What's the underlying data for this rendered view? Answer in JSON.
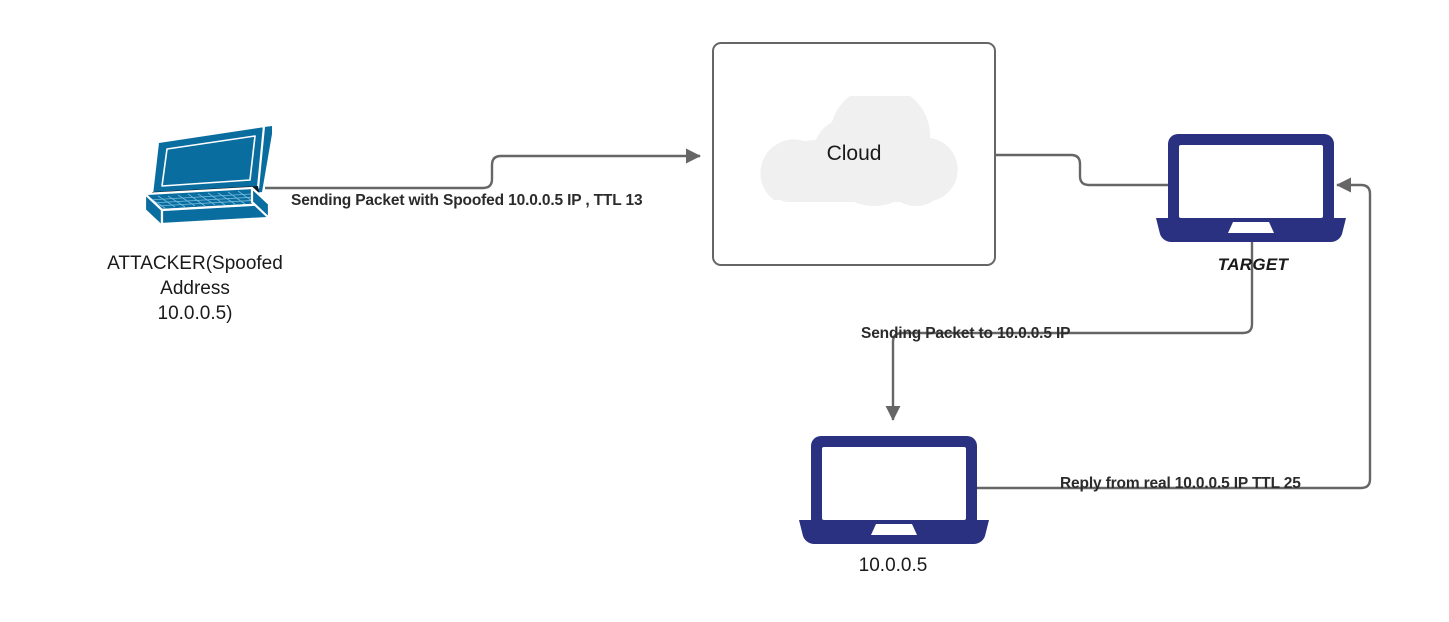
{
  "diagram": {
    "title": "IP Spoofing / TTL reflection network diagram",
    "background": "#ffffff",
    "colors": {
      "wire": "#666666",
      "teal_device": "#0a6da0",
      "navy_device": "#2a3180",
      "cloud_fill": "#f0f0f0",
      "box_border": "#666666",
      "text": "#1a1a1a",
      "edge_text": "#2b2b2b"
    },
    "nodes": [
      {
        "id": "attacker",
        "kind": "laptop-isometric-teal",
        "label": "ATTACKER(Spoofed\nAddress\n10.0.0.5)",
        "label_lines": [
          "ATTACKER(Spoofed",
          "Address",
          "10.0.0.5)"
        ]
      },
      {
        "id": "cloud",
        "kind": "cloud-in-box",
        "label": "Cloud"
      },
      {
        "id": "target",
        "kind": "laptop-flat-navy",
        "label": "TARGET"
      },
      {
        "id": "victim",
        "kind": "laptop-flat-navy",
        "label": "10.0.0.5"
      }
    ],
    "edges": [
      {
        "id": "attacker-to-cloud",
        "from": "attacker",
        "to": "cloud",
        "label": "Sending Packet with Spoofed 10.0.0.5 IP , TTL 13",
        "arrow": true
      },
      {
        "id": "cloud-to-target",
        "from": "cloud",
        "to": "target",
        "label": "",
        "arrow": false
      },
      {
        "id": "target-to-victim",
        "from": "target",
        "to": "victim",
        "label": "Sending Packet to 10.0.0.5 IP",
        "arrow": true
      },
      {
        "id": "victim-to-target",
        "from": "victim",
        "to": "target",
        "label": "Reply from real 10.0.0.5 IP TTL 25",
        "arrow": true
      }
    ]
  }
}
